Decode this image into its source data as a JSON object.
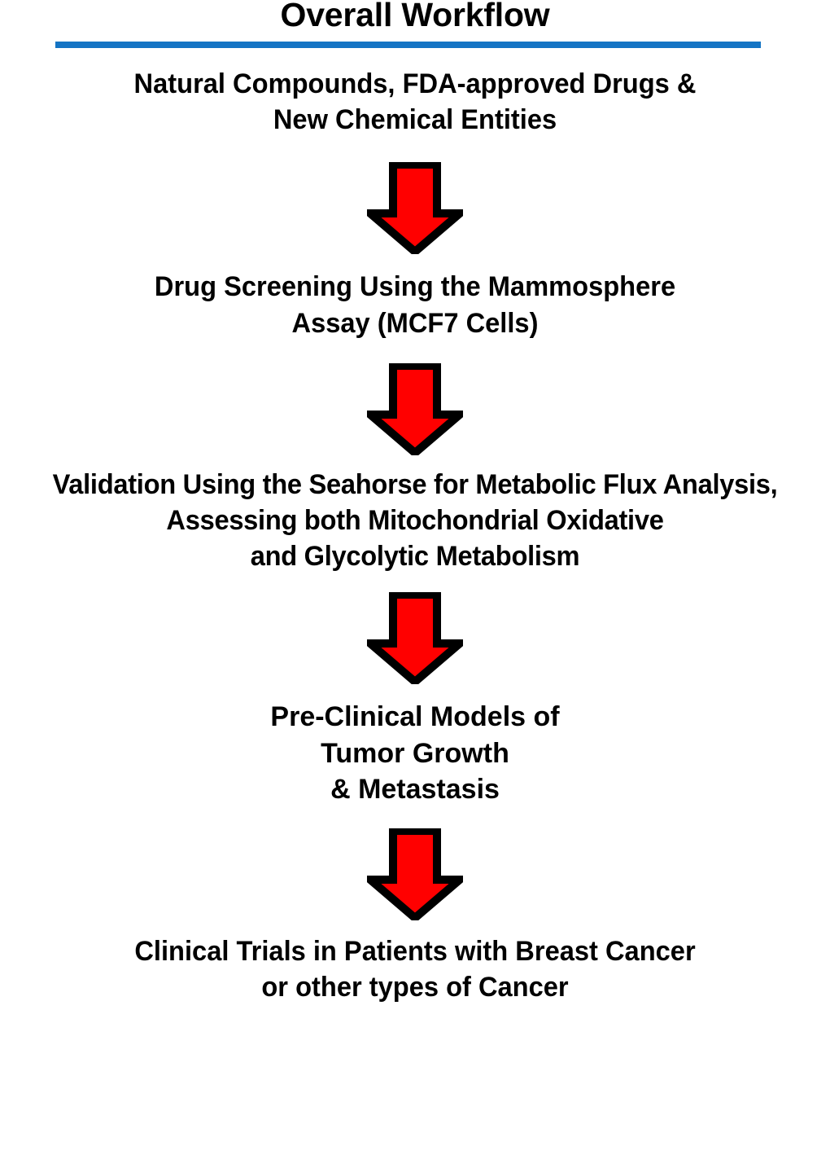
{
  "figure": {
    "title": "Overall Workflow",
    "background_color": "#FFFFFF",
    "divider_color": "#1474C4",
    "text_color": "#000000"
  },
  "arrow": {
    "name": "down-arrow-icon",
    "fill_color": "#FF0000",
    "stroke_color": "#000000",
    "direction": "down",
    "count": 4
  },
  "workflow": {
    "steps": [
      {
        "index": 1,
        "lines": [
          "Natural Compounds, FDA-approved Drugs &",
          "New Chemical Entities"
        ]
      },
      {
        "index": 2,
        "lines": [
          "Drug Screening Using the Mammosphere",
          "Assay (MCF7 Cells)"
        ]
      },
      {
        "index": 3,
        "lines": [
          "Validation Using the Seahorse for Metabolic Flux Analysis,",
          "Assessing both Mitochondrial Oxidative",
          "and Glycolytic Metabolism"
        ]
      },
      {
        "index": 4,
        "lines": [
          "Pre-Clinical Models of",
          "Tumor Growth",
          "& Metastasis"
        ]
      },
      {
        "index": 5,
        "lines": [
          "Clinical Trials in Patients with Breast Cancer",
          "or other types of Cancer"
        ]
      }
    ]
  }
}
